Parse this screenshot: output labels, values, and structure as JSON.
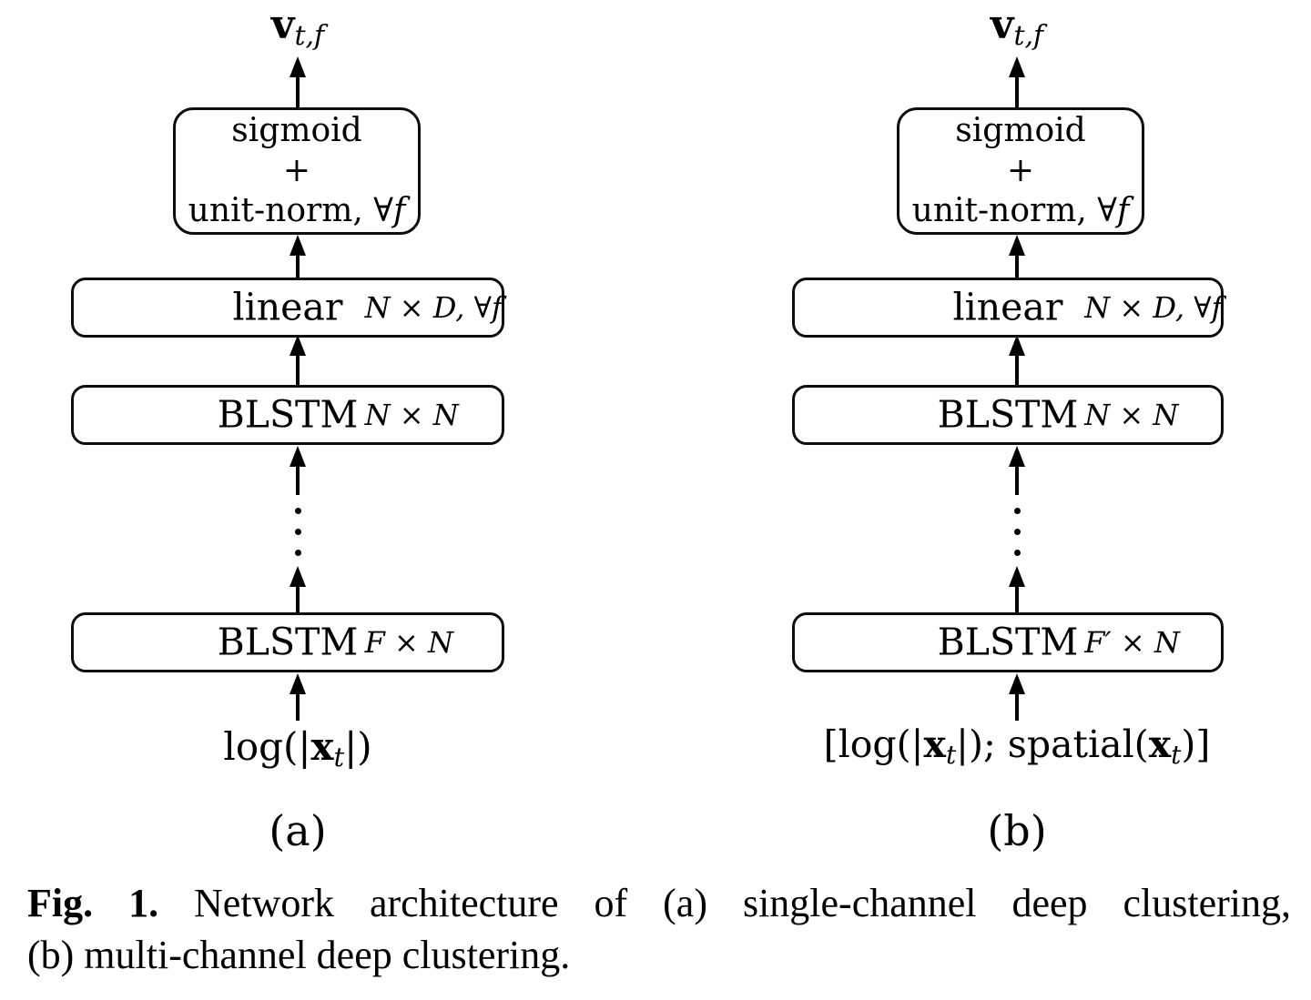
{
  "figure": {
    "columns": [
      {
        "tag": "(a)",
        "output": {
          "v": "v",
          "sub": "t,f"
        },
        "sigmoid_box": {
          "line1": "sigmoid",
          "line2": "+",
          "line3_pre": "unit-norm, ∀",
          "line3_f": "f"
        },
        "linear_box": {
          "label": "linear",
          "dim": "N × D, ∀f"
        },
        "blstm_upper_box": {
          "label": "BLSTM",
          "dim": "N × N"
        },
        "blstm_lower_box": {
          "label": "BLSTM",
          "dim": "F × N"
        },
        "input": {
          "pre": "log(|",
          "x": "x",
          "sub": "t",
          "post": "|)"
        }
      },
      {
        "tag": "(b)",
        "output": {
          "v": "v",
          "sub": "t,f"
        },
        "sigmoid_box": {
          "line1": "sigmoid",
          "line2": "+",
          "line3_pre": "unit-norm, ∀",
          "line3_f": "f"
        },
        "linear_box": {
          "label": "linear",
          "dim": "N × D, ∀f"
        },
        "blstm_upper_box": {
          "label": "BLSTM",
          "dim": "N × N"
        },
        "blstm_lower_box": {
          "label": "BLSTM",
          "dim": "F′ × N"
        },
        "input": {
          "pre": "[log(|",
          "x": "x",
          "sub": "t",
          "mid": "|); spatial(",
          "x2": "x",
          "sub2": "t",
          "post": ")]"
        }
      }
    ],
    "caption": {
      "fig_label": "Fig. 1.",
      "text_line1": "Network architecture of (a) single-channel deep clustering,",
      "text_line2": "(b) multi-channel deep clustering."
    }
  }
}
